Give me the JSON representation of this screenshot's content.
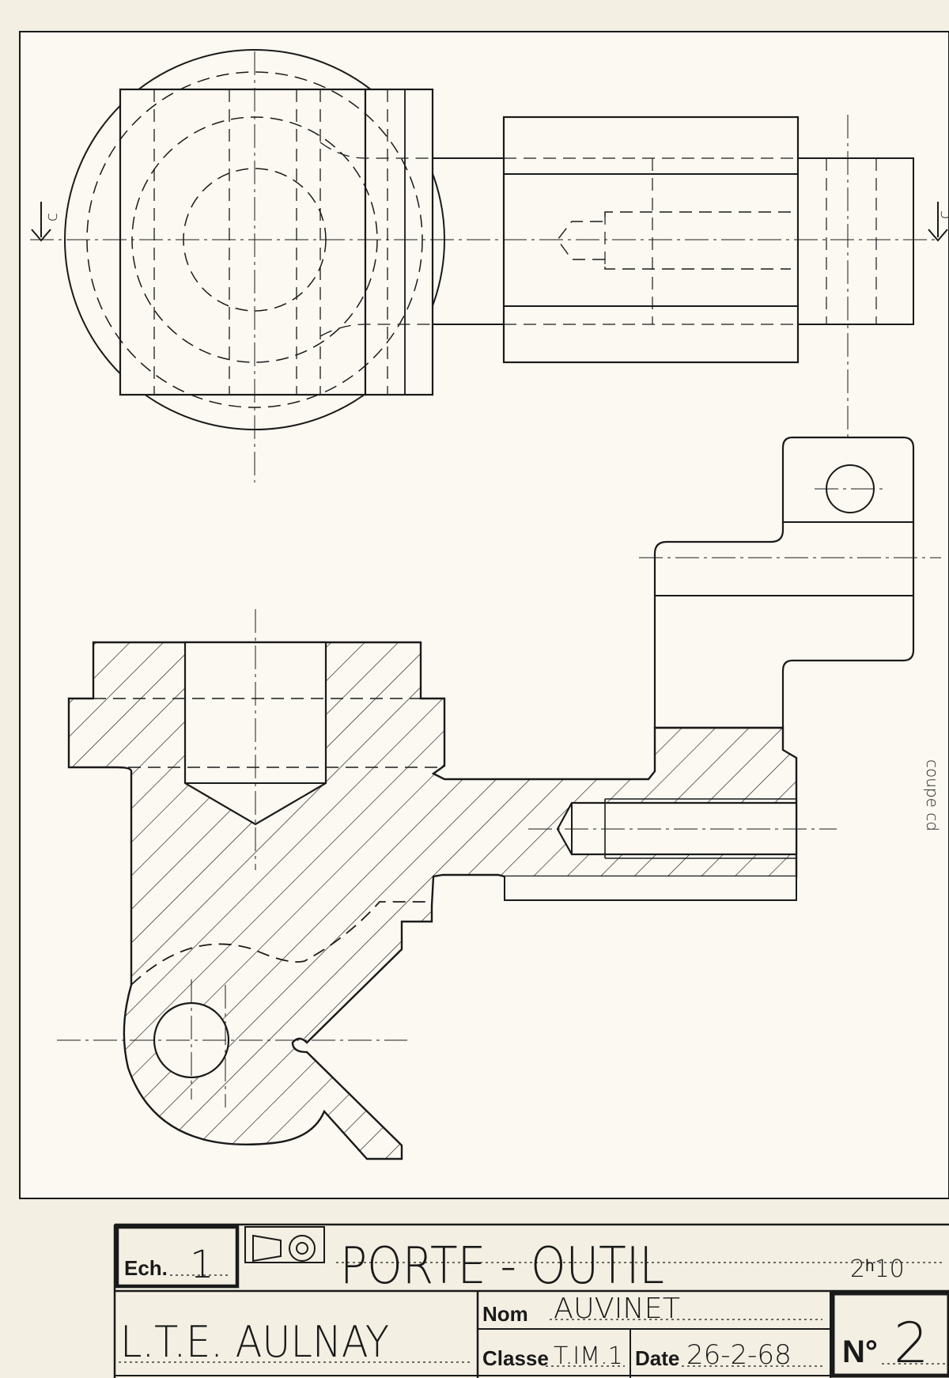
{
  "drawing": {
    "cutting_plane_label_left": "c",
    "cutting_plane_label_right": "c",
    "section_note": "coupe cd"
  },
  "title_block": {
    "scale_label": "Ech.",
    "scale_value": "1",
    "title": "PORTE - OUTIL",
    "time": "2ʰ10",
    "school": "L.T.E. AULNAY",
    "name_label": "Nom",
    "name_value": "AUVINET",
    "class_label": "Classe",
    "class_value": "T.IM.1",
    "date_label": "Date",
    "date_value": "26-2-68",
    "number_label": "N°",
    "number_value": "2"
  },
  "colors": {
    "paper": "#f3efe2",
    "ink": "#1a1a1a",
    "sheet": "#fbf9f1"
  }
}
